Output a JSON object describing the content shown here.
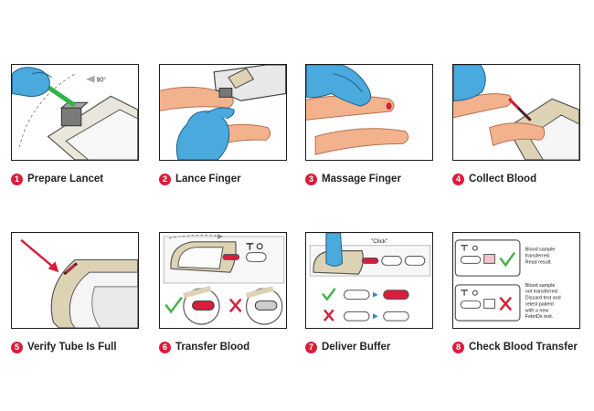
{
  "steps": [
    {
      "number": "1",
      "title": "Prepare Lancet"
    },
    {
      "number": "2",
      "title": "Lance Finger"
    },
    {
      "number": "3",
      "title": "Massage Finger"
    },
    {
      "number": "4",
      "title": "Collect Blood"
    },
    {
      "number": "5",
      "title": "Verify Tube Is Full"
    },
    {
      "number": "6",
      "title": "Transfer Blood"
    },
    {
      "number": "7",
      "title": "Deliver Buffer"
    },
    {
      "number": "8",
      "title": "Check Blood Transfer"
    }
  ],
  "annotations": {
    "angle": "90°",
    "click": "\"Click\"",
    "transferred": [
      "Blood sample",
      "transferred.",
      "Read result."
    ],
    "not_transferred": [
      "Blood sample",
      "not transferred.",
      "Discard test and",
      "retest patient",
      "with a new",
      "FebriDx test."
    ]
  },
  "colors": {
    "accent": "#d81e3a",
    "glove": "#4aa9dd",
    "skin": "#f2b28d",
    "holder": "#ddd3b4",
    "check": "#47b14a",
    "green": "#2fb34a"
  }
}
